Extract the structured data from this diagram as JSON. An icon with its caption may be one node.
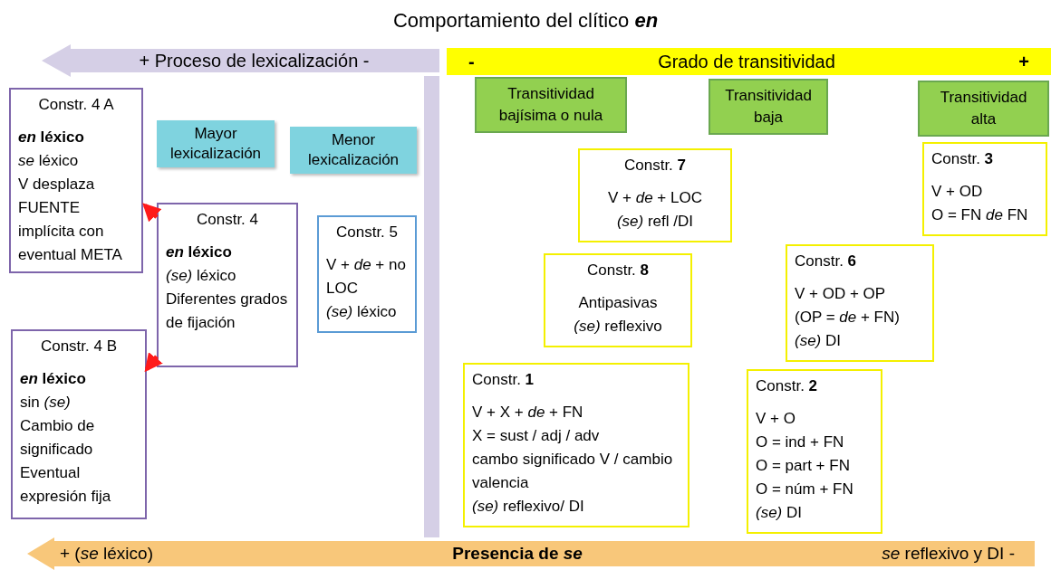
{
  "diagram": {
    "title": "Comportamiento del clítico **en**",
    "nodes": [
      {
        "text": [
          "+ Proceso de lexicalización -"
        ]
      },
      {
        "text": [
          "-",
          "Grado de transitividad",
          "+"
        ]
      },
      {
        "text": [
          "Transitividad bajísima o nula"
        ]
      },
      {
        "text": [
          "Transitividad baja"
        ]
      },
      {
        "text": [
          "Transitividad alta"
        ]
      },
      {
        "text": [
          "Constr. 4 A",
          "*en* léxico",
          "*se* léxico",
          "V desplaza",
          "FUENTE implícita con eventual META"
        ]
      },
      {
        "text": [
          "Mayor lexicalización"
        ]
      },
      {
        "text": [
          "Menor lexicalización"
        ]
      },
      {
        "text": [
          "Constr. **7**",
          "V + *de* + LOC",
          "*(se)* refl /DI"
        ]
      },
      {
        "text": [
          "Constr. **3**",
          "V + OD",
          "O = FN *de* FN"
        ]
      },
      {
        "text": [
          "Constr. 4",
          "*en* léxico",
          "*(se)* léxico",
          "Diferentes grados de fijación"
        ]
      },
      {
        "text": [
          "Constr. 5",
          "V + *de* + no LOC",
          "*(se)* léxico"
        ]
      },
      {
        "text": [
          "Constr. **8**",
          "Antipasivas",
          "*(se)* reflexivo"
        ]
      },
      {
        "text": [
          "Constr. **6**",
          "V + OD + OP",
          "(OP = *de* + FN)",
          "*(se)* DI"
        ]
      },
      {
        "text": [
          "Constr. 4 B",
          "*en* léxico",
          "sin *(se)*",
          "Cambio de significado",
          "Eventual expresión fija"
        ]
      },
      {
        "text": [
          "Constr. **1**",
          "V + X + *de* + FN",
          "X = sust / adj / adv",
          "cambo significado V / cambio valencia",
          "*(se)* reflexivo/ DI"
        ]
      },
      {
        "text": [
          "Constr. **2**",
          "V + O",
          "O = ind + FN",
          "O = part + FN",
          "O = núm + FN",
          "*(se)* DI"
        ]
      },
      {
        "text": [
          "+ (*se* léxico)",
          "Presencia de *se*",
          "*se* reflexivo y DI -"
        ]
      },
      {
        "text": [],
        "shape": "bar"
      }
    ],
    "edges": [
      {
        "from": 10,
        "to": 5,
        "arrow": "to"
      },
      {
        "from": 10,
        "to": 14,
        "arrow": "to"
      }
    ]
  }
}
